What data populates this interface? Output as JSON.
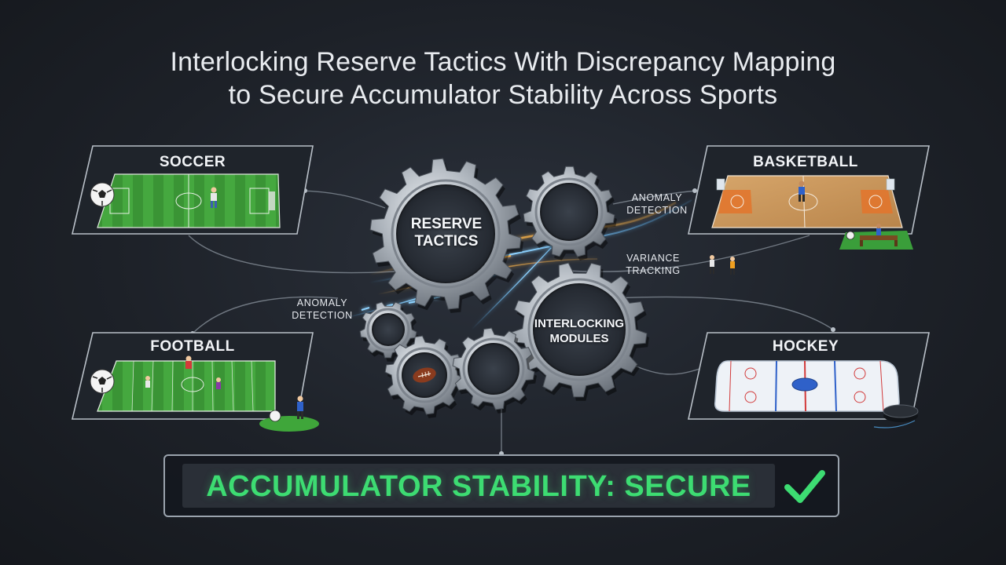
{
  "title": {
    "line1": "Interlocking Reserve Tactics With Discrepancy Mapping",
    "line2": "to Secure Accumulator Stability Across Sports"
  },
  "cards": {
    "soccer": "SOCCER",
    "basketball": "BASKETBALL",
    "football": "FOOTBALL",
    "hockey": "HOCKEY"
  },
  "gears": {
    "reserve_line1": "RESERVE",
    "reserve_line2": "TACTICS",
    "modules_line1": "INTERLOCKING",
    "modules_line2": "MODULES"
  },
  "tags": {
    "anomaly_top_1": "ANOMALY",
    "anomaly_top_2": "DETECTION",
    "variance_1": "VARIANCE",
    "variance_2": "TRACKING",
    "anomaly_left_1": "ANOMALY",
    "anomaly_left_2": "DETECTION"
  },
  "status": {
    "text": "ACCUMULATOR STABILITY: SECURE",
    "icon": "checkmark-icon"
  },
  "colors": {
    "accent_green": "#3ddc72",
    "field_green": "#3f9a3a",
    "court_wood": "#c9985c",
    "ice": "#eef2f7",
    "energy_orange": "#f0a040",
    "energy_blue": "#5ab8ff"
  }
}
